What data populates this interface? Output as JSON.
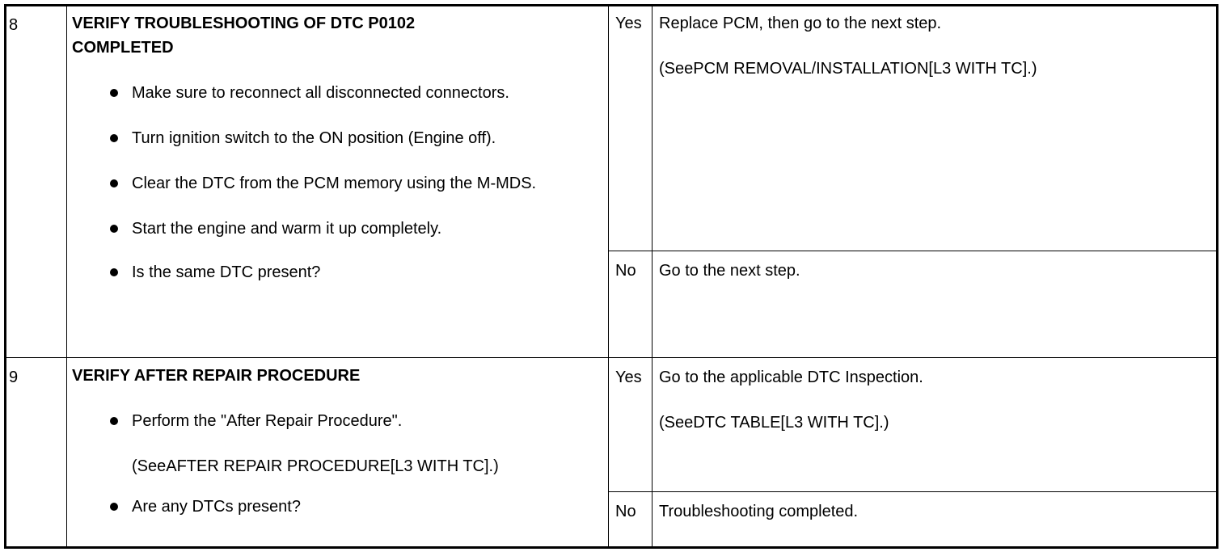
{
  "rows": [
    {
      "step": "8",
      "title_line1": "VERIFY TROUBLESHOOTING OF DTC P0102",
      "title_line2": "COMPLETED",
      "bullets": [
        "Make sure to reconnect all disconnected connectors.",
        "Turn ignition switch to the ON position (Engine off).",
        "Clear the DTC from the PCM memory using the M-MDS.",
        "Start the engine and warm it up completely.",
        "Is the same DTC present?"
      ],
      "yes_label": "Yes",
      "yes_action": "Replace PCM, then go to the next step.",
      "yes_ref": "(SeePCM REMOVAL/INSTALLATION[L3 WITH TC].)",
      "no_label": "No",
      "no_action": "Go to the next step."
    },
    {
      "step": "9",
      "title_line1": "VERIFY AFTER REPAIR PROCEDURE",
      "bullets": [
        "Perform the \"After Repair Procedure\".",
        "Are any DTCs present?"
      ],
      "bullet_ref": "(SeeAFTER REPAIR PROCEDURE[L3 WITH TC].)",
      "yes_label": "Yes",
      "yes_action": "Go to the applicable DTC Inspection.",
      "yes_ref": "(SeeDTC TABLE[L3 WITH TC].)",
      "no_label": "No",
      "no_action": "Troubleshooting completed."
    }
  ]
}
